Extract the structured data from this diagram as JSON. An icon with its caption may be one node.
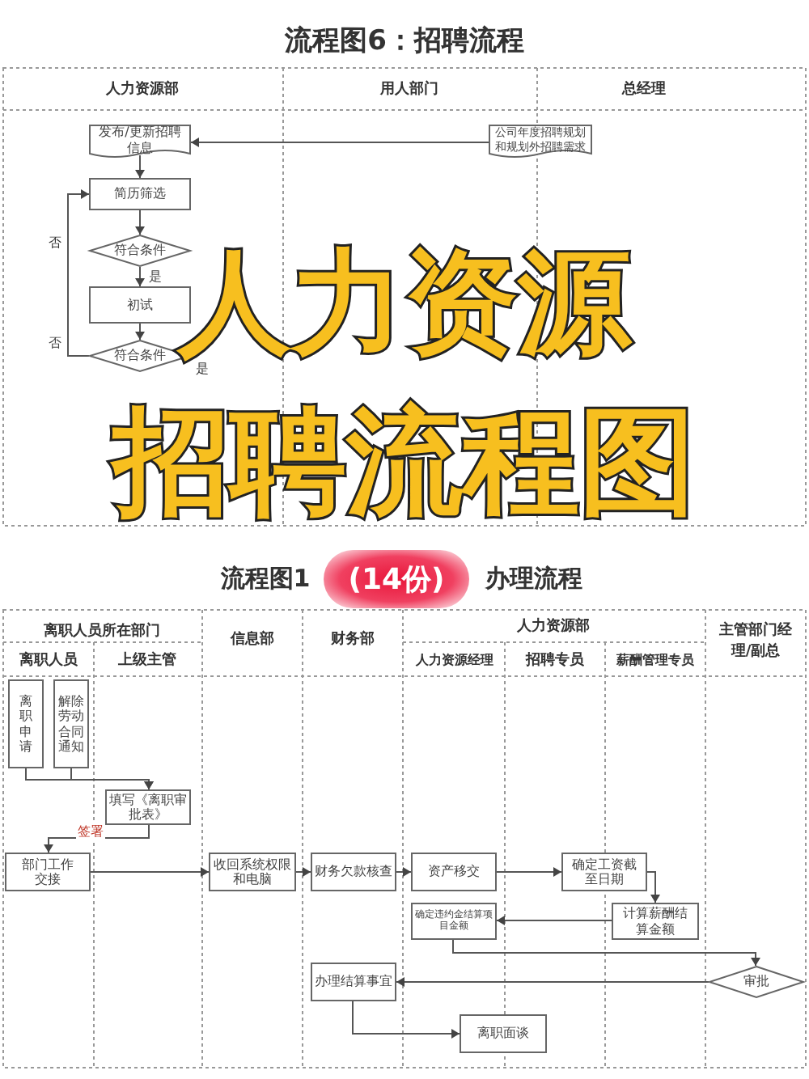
{
  "diagram": {
    "nodes": [
      {
        "text": [
          "发布/更新招聘信息"
        ]
      },
      {
        "text": [
          "公司年度招聘规划和规划外招聘需求"
        ]
      },
      {
        "text": [
          "简历筛选"
        ]
      },
      {
        "text": [
          "符合条件"
        ]
      },
      {
        "text": [
          "初试"
        ]
      },
      {
        "text": [
          "符合条件"
        ]
      },
      {
        "text": [
          "离职申请"
        ]
      },
      {
        "text": [
          "解除劳动合同通知"
        ]
      },
      {
        "text": [
          "填写《离职审批表》"
        ]
      },
      {
        "text": [
          "部门工作交接"
        ]
      },
      {
        "text": [
          "收回系统权限和电脑"
        ]
      },
      {
        "text": [
          "财务欠款核查"
        ]
      },
      {
        "text": [
          "资产移交"
        ]
      },
      {
        "text": [
          "确定工资截至日期"
        ]
      },
      {
        "text": [
          "计算薪酬结算金额"
        ]
      },
      {
        "text": [
          "确定违约金结算项目金额"
        ]
      },
      {
        "text": [
          "审批"
        ]
      },
      {
        "text": [
          "办理结算事宜"
        ]
      },
      {
        "text": [
          "离职面谈"
        ]
      }
    ],
    "edges": [
      {
        "from": 1,
        "to": 0,
        "arrow": "to"
      },
      {
        "from": 0,
        "to": 2,
        "arrow": "to"
      },
      {
        "from": 2,
        "to": 3,
        "arrow": "to"
      },
      {
        "from": 3,
        "to": 4,
        "arrow": "to",
        "label": "是"
      },
      {
        "from": 4,
        "to": 5,
        "arrow": "to"
      },
      {
        "from": 5,
        "to": 2,
        "arrow": "to",
        "label": "否"
      },
      {
        "from": 6,
        "to": 8,
        "arrow": "to"
      },
      {
        "from": 7,
        "to": 8,
        "arrow": "to"
      },
      {
        "from": 8,
        "to": 9,
        "arrow": "to",
        "label": "签署"
      },
      {
        "from": 9,
        "to": 10,
        "arrow": "to"
      },
      {
        "from": 10,
        "to": 11,
        "arrow": "to"
      },
      {
        "from": 11,
        "to": 12,
        "arrow": "to"
      },
      {
        "from": 12,
        "to": 13,
        "arrow": "to"
      },
      {
        "from": 13,
        "to": 14,
        "arrow": "to"
      },
      {
        "from": 14,
        "to": 15,
        "arrow": "to"
      },
      {
        "from": 15,
        "to": 16,
        "arrow": "to"
      },
      {
        "from": 16,
        "to": 17,
        "arrow": "to"
      },
      {
        "from": 17,
        "to": 18,
        "arrow": "to"
      }
    ],
    "labels": [
      "流程图6：招聘流程",
      "人力资源部",
      "用人部门",
      "总经理",
      "否",
      "是",
      "人力资源",
      "招聘流程图",
      "流程图1",
      "(14份)",
      "办理流程",
      "离职人员所在部门",
      "信息部",
      "财务部",
      "人力资源部",
      "主管部门经理/副总",
      "离职人员",
      "上级主管",
      "人力资源经理",
      "招聘专员",
      "薪酬管理专员"
    ]
  }
}
